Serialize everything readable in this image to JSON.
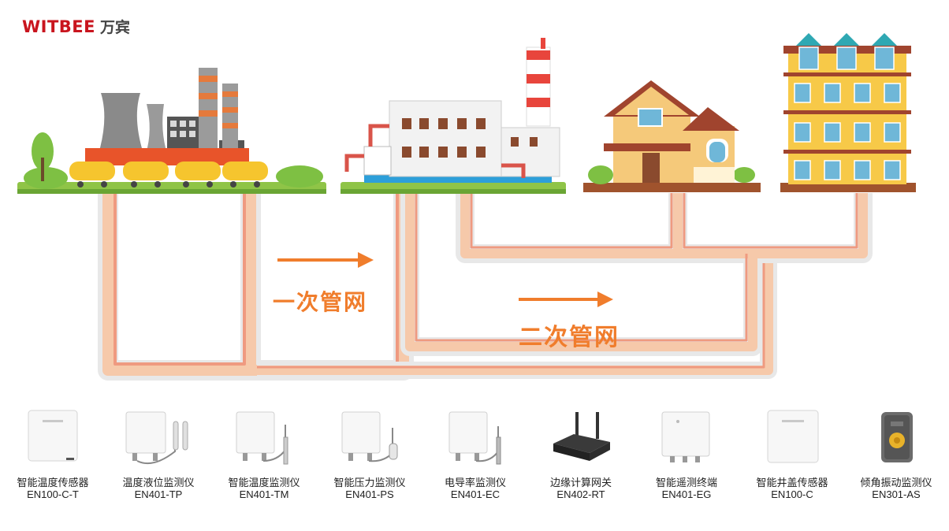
{
  "brand": {
    "name": "WITBEE",
    "name_cn": "万宾",
    "accent": "#c9151e"
  },
  "labels": {
    "primary_network": "一次管网",
    "secondary_network": "二次管网"
  },
  "colors": {
    "arrow": "#f07d2c",
    "pipe_outer": "#e8e8e8",
    "pipe_mid": "#f6c9aa",
    "pipe_inner": "#ef9a80"
  },
  "products": [
    {
      "name": "智能温度传感器",
      "model": "EN100-C-T",
      "icon": "square-sensor-icon"
    },
    {
      "name": "温度液位监测仪",
      "model": "EN401-TP",
      "icon": "probe-monitor-icon"
    },
    {
      "name": "智能温度监测仪",
      "model": "EN401-TM",
      "icon": "probe-monitor-icon"
    },
    {
      "name": "智能压力监测仪",
      "model": "EN401-PS",
      "icon": "probe-monitor-icon"
    },
    {
      "name": "电导率监测仪",
      "model": "EN401-EC",
      "icon": "probe-monitor-icon"
    },
    {
      "name": "边缘计算网关",
      "model": "EN402-RT",
      "icon": "router-icon"
    },
    {
      "name": "智能遥测终端",
      "model": "EN401-EG",
      "icon": "telemetry-terminal-icon"
    },
    {
      "name": "智能井盖传感器",
      "model": "EN100-C",
      "icon": "square-sensor-icon"
    },
    {
      "name": "倾角振动监测仪",
      "model": "EN301-AS",
      "icon": "tilt-sensor-icon"
    }
  ]
}
